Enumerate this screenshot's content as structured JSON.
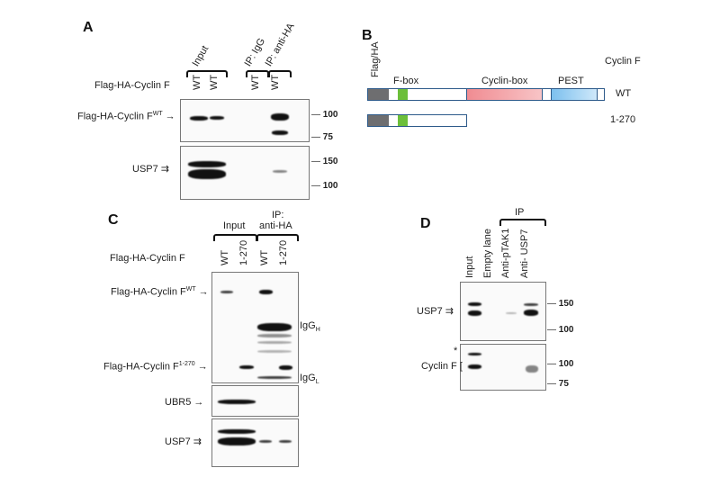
{
  "panel_a": {
    "label": "A",
    "lane_groups": [
      "Input",
      "IP: IgG",
      "IP: anti-HA"
    ],
    "row_label": "Flag-HA-Cyclin F",
    "lanes": [
      "WT",
      "WT",
      "WT",
      "WT"
    ],
    "blot1_label": "Flag-HA-Cyclin F",
    "blot1_label_sup": "WT",
    "blot2_label": "USP7",
    "markers": [
      "100",
      "75",
      "150",
      "100"
    ]
  },
  "panel_b": {
    "label": "B",
    "tag_label": "Flag/HA",
    "title": "Cyclin F",
    "domains": [
      "F-box",
      "Cyclin-box",
      "PEST"
    ],
    "constructs": [
      "WT",
      "1-270"
    ],
    "colors": {
      "tag": "#6e6e70",
      "fbox": "#6cbf3a",
      "cyclin": "#f08c92",
      "pest": "#7cc0ee",
      "outline": "#2d5a8a"
    }
  },
  "panel_c": {
    "label": "C",
    "groups": [
      "Input",
      "IP:",
      "anti-HA"
    ],
    "row_label": "Flag-HA-Cyclin F",
    "lanes": [
      "WT",
      "1-270",
      "WT",
      "1-270"
    ],
    "labels": {
      "wt": "Flag-HA-Cyclin F",
      "wt_sup": "WT",
      "trunc": "Flag-HA-Cyclin F",
      "trunc_sup": "1-270",
      "igg_h": "IgG",
      "igg_h_sub": "H",
      "igg_l": "IgG",
      "igg_l_sub": "L",
      "ubr5": "UBR5",
      "usp7": "USP7"
    }
  },
  "panel_d": {
    "label": "D",
    "group": "IP",
    "lanes": [
      "Input",
      "Empty lane",
      "Anti-pTAK1",
      "Anti- USP7"
    ],
    "blot1_label": "USP7",
    "blot2_label": "Cyclin F",
    "asterisk": "*",
    "markers": [
      "150",
      "100",
      "100",
      "75"
    ]
  }
}
